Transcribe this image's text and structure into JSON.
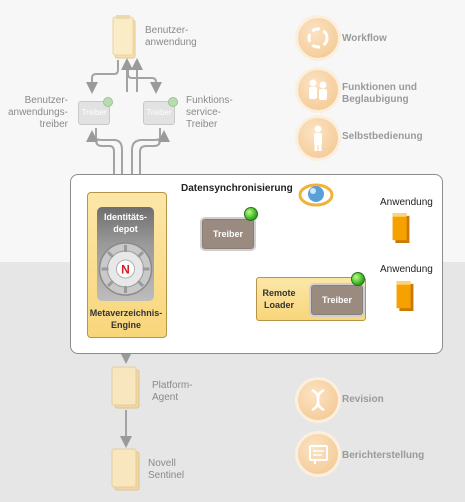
{
  "top": {
    "benutzer_anwendung": "Benutzer-\nanwendung",
    "benutzer_treiber": "Benutzer-\nanwendungs-\ntreiber",
    "funktions_treiber": "Funktions-\nservice-\nTreiber",
    "faded_driver_label": "Treiber"
  },
  "side_right": [
    {
      "label": "Workflow",
      "icon": "cycle-icon"
    },
    {
      "label": "Funktionen und\nBeglaubigung",
      "icon": "people-icon"
    },
    {
      "label": "Selbstbedienung",
      "icon": "person-icon"
    }
  ],
  "main": {
    "title": "Datensynchronisierung",
    "identity_depot": "Identitäts-\ndepot",
    "metadir": "Metaverzeichnis-\nEngine",
    "driver_label": "Treiber",
    "remote_loader": "Remote\nLoader",
    "anwendung_1": "Anwendung",
    "anwendung_2": "Anwendung"
  },
  "bottom": {
    "platform_agent": "Platform-\nAgent",
    "novell_sentinel": "Novell\nSentinel"
  },
  "side_bottom": [
    {
      "label": "Revision",
      "icon": "dna-icon"
    },
    {
      "label": "Berichterstellung",
      "icon": "report-icon"
    }
  ]
}
